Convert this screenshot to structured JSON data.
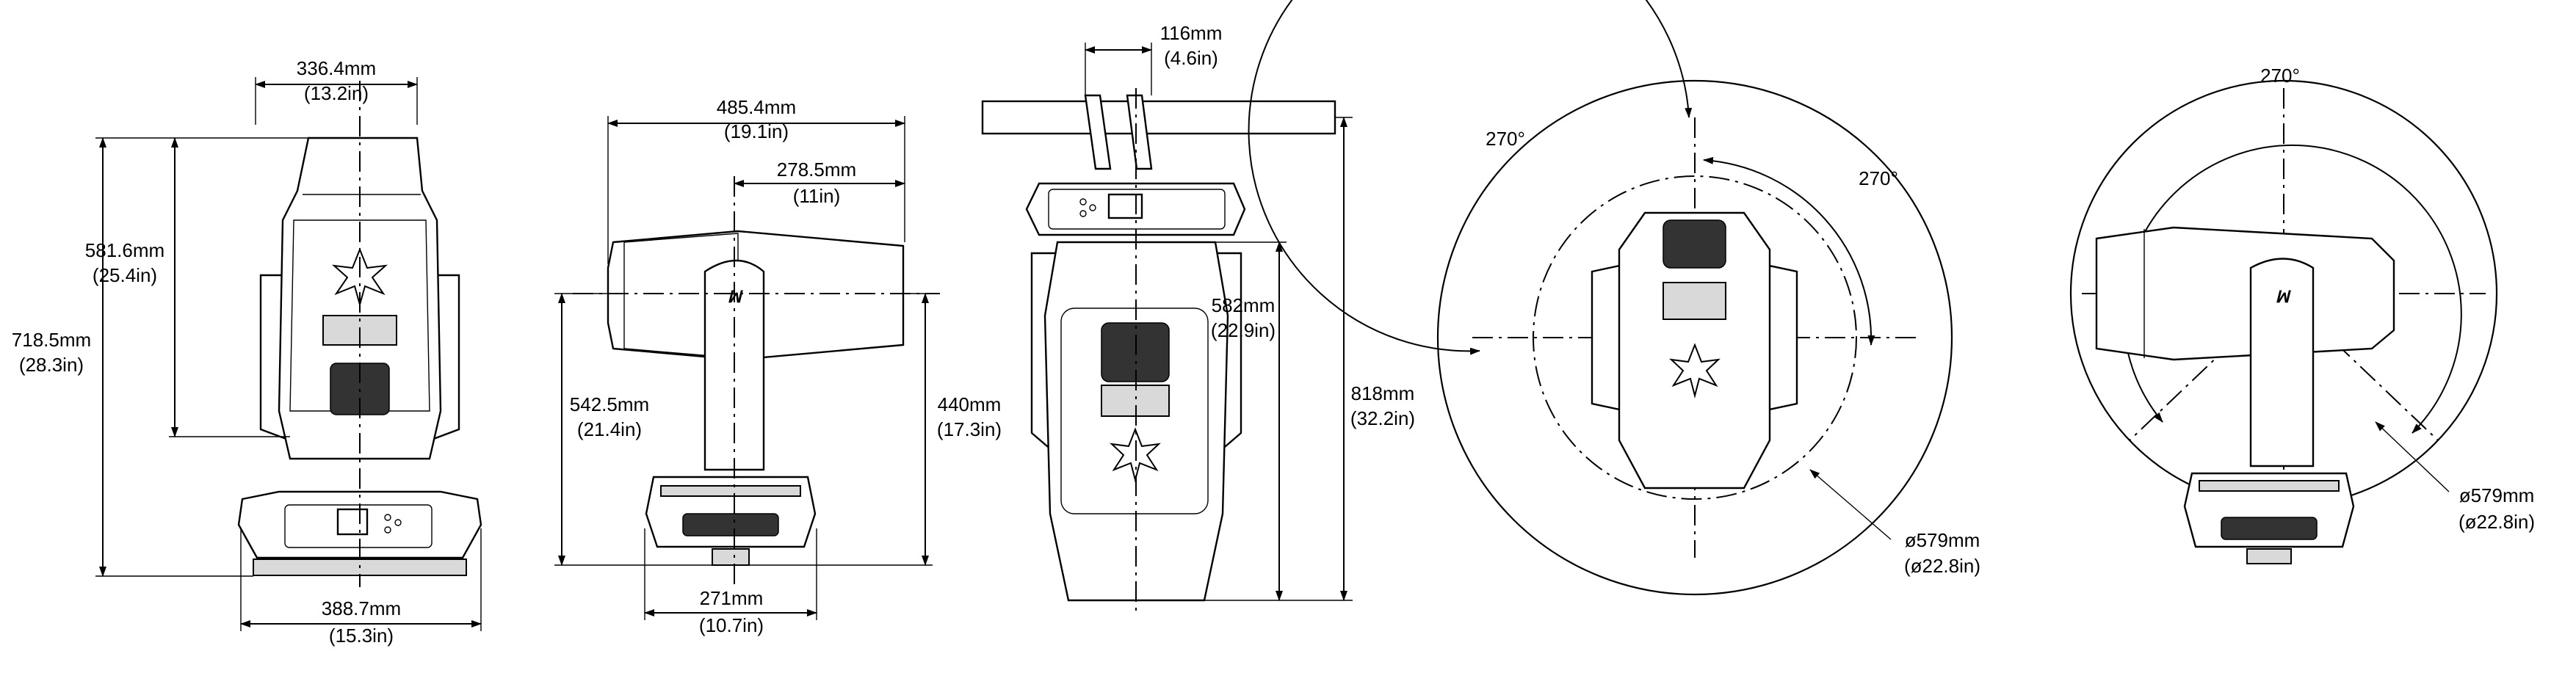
{
  "front_view": {
    "width_top": [
      "336.4mm",
      "(13.2in)"
    ],
    "height_total": [
      "718.5mm",
      "(28.3in)"
    ],
    "height_head": [
      "581.6mm",
      "(25.4in)"
    ],
    "width_base": [
      "388.7mm",
      "(15.3in)"
    ]
  },
  "side_view": {
    "length_head": [
      "485.4mm",
      "(19.1in)"
    ],
    "head_to_axis": [
      "278.5mm",
      "(11in)"
    ],
    "height_axis": [
      "542.5mm",
      "(21.4in)"
    ],
    "height_arm": [
      "440mm",
      "(17.3in)"
    ],
    "width_base": [
      "271mm",
      "(10.7in)"
    ]
  },
  "rear_view": {
    "clamp_width": [
      "116mm",
      "(4.6in)"
    ],
    "height_head": [
      "582mm",
      "(22.9in)"
    ],
    "height_total": [
      "818mm",
      "(32.2in)"
    ]
  },
  "top_view": {
    "pan_angle_outer": "270°",
    "pan_angle_inner": "270°",
    "swing_diameter": [
      "ø579mm",
      "(ø22.8in)"
    ]
  },
  "tilt_view": {
    "tilt_angle": "270°",
    "swing_diameter": [
      "ø579mm",
      "(ø22.8in)"
    ]
  }
}
